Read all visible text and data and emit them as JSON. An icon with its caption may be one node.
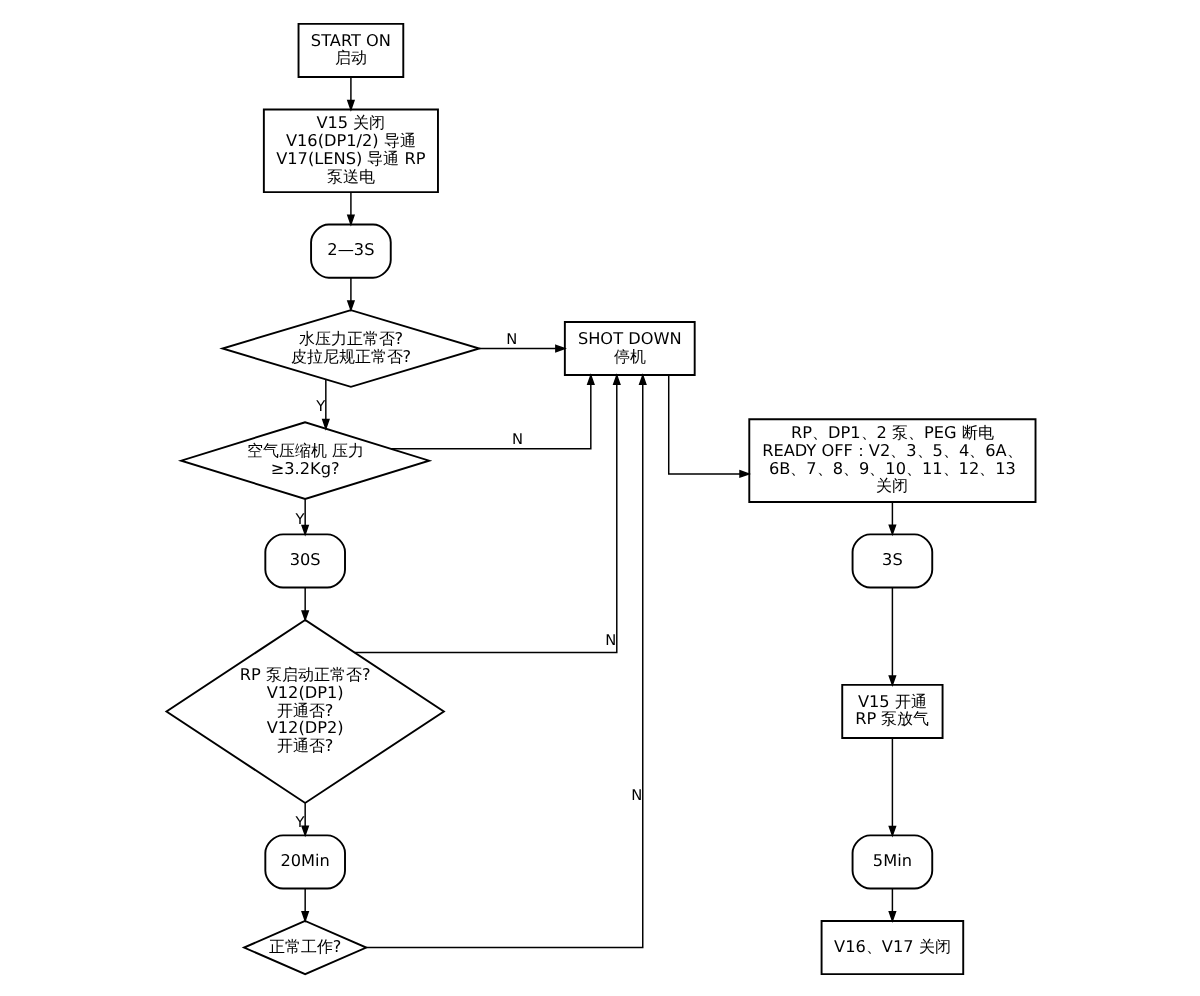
{
  "diagram": {
    "nodes": [
      {
        "text": [
          "START ON",
          "启动"
        ]
      },
      {
        "text": [
          "V15 关闭 V16(DP1/2) 导通 V17(LENS) 导通 RP 泵送电"
        ]
      },
      {
        "text": [
          "2—3S"
        ]
      },
      {
        "text": [
          "水压力正常否? 皮拉尼规正常否?"
        ]
      },
      {
        "text": [
          "空气压缩机 压力≥3.2Kg?"
        ]
      },
      {
        "text": [
          "30S"
        ]
      },
      {
        "text": [
          "RP 泵启动正常否? V12(DP1) 开通否? V12(DP2) 开通否?"
        ]
      },
      {
        "text": [
          "20Min"
        ]
      },
      {
        "text": [
          "正常工作?"
        ]
      },
      {
        "text": [
          "SHOT DOWN",
          "停机"
        ]
      },
      {
        "text": [
          "RP、DP1、2 泵、PEG 断电 READY OFF：V2、3、5、4、6A、6B、7、8、9、10、11、12、13 关闭"
        ]
      },
      {
        "text": [
          "3S"
        ]
      },
      {
        "text": [
          "V15 开通 RP 泵放气"
        ]
      },
      {
        "text": [
          "5Min"
        ]
      },
      {
        "text": [
          "V16、V17 关闭"
        ]
      }
    ],
    "edges": [
      {
        "from": 0,
        "to": 1,
        "arrow": "to"
      },
      {
        "from": 1,
        "to": 2,
        "arrow": "to"
      },
      {
        "from": 2,
        "to": 3,
        "arrow": "to"
      },
      {
        "from": 3,
        "to": 4,
        "arrow": "to",
        "label": "Y"
      },
      {
        "from": 4,
        "to": 5,
        "arrow": "to",
        "label": "Y"
      },
      {
        "from": 5,
        "to": 6,
        "arrow": "to"
      },
      {
        "from": 6,
        "to": 7,
        "arrow": "to",
        "label": "Y"
      },
      {
        "from": 7,
        "to": 8,
        "arrow": "to"
      },
      {
        "from": 3,
        "to": 9,
        "arrow": "to",
        "label": "N"
      },
      {
        "from": 4,
        "to": 9,
        "arrow": "to",
        "label": "N"
      },
      {
        "from": 6,
        "to": 9,
        "arrow": "to",
        "label": "N"
      },
      {
        "from": 8,
        "to": 9,
        "arrow": "to",
        "label": "N"
      },
      {
        "from": 9,
        "to": 10,
        "arrow": "to"
      },
      {
        "from": 10,
        "to": 11,
        "arrow": "to"
      },
      {
        "from": 11,
        "to": 12,
        "arrow": "to"
      },
      {
        "from": 12,
        "to": 13,
        "arrow": "to"
      },
      {
        "from": 13,
        "to": 14,
        "arrow": "to"
      }
    ]
  }
}
